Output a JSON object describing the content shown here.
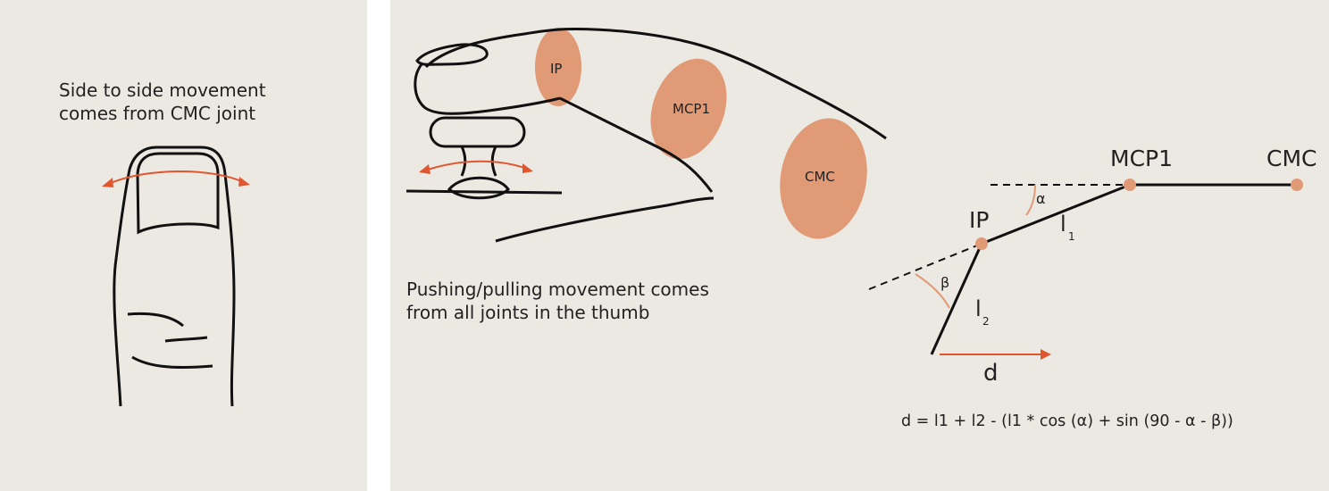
{
  "left_panel": {
    "caption": "Side to side movement\ncomes from CMC joint"
  },
  "right_panel": {
    "caption": "Pushing/pulling movement comes\nfrom all joints in the thumb",
    "joint_labels": {
      "ip": "IP",
      "mcp1": "MCP1",
      "cmc": "CMC"
    },
    "kinematic": {
      "mcp1": "MCP1",
      "cmc": "CMC",
      "ip": "IP",
      "alpha": "α",
      "beta": "β",
      "l1": "l",
      "l1_sub": "1",
      "l2": "l",
      "l2_sub": "2",
      "d": "d"
    },
    "formula": "d = l1 + l2 - (l1 * cos (α) + sin (90 - α - β))"
  },
  "colors": {
    "background": "#ece9e3",
    "joint_fill": "#e09a76",
    "arrow": "#e0562e",
    "line": "#111111"
  }
}
